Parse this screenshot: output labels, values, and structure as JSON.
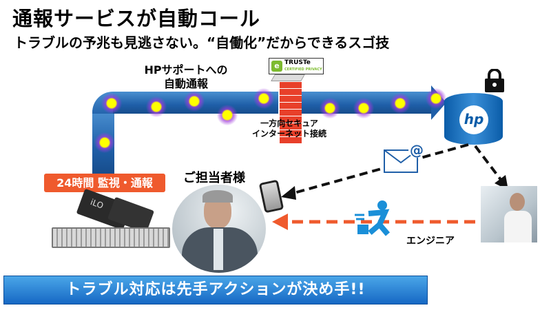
{
  "title": "通報サービスが自動コール",
  "subtitle": "トラブルの予兆も見逃さない。“自働化”だからできるスゴ技",
  "flow_label_line1": "HPサポートへの",
  "flow_label_line2": "自動通報",
  "firewall_label_line1": "一方向セキュア",
  "firewall_label_line2": "インターネット接続",
  "truste": {
    "name": "TRUSTe",
    "tagline": "CERTIFIED PRIVACY"
  },
  "monitor_badge": "24時間 監視・通報",
  "contact_label": "ご担当者様",
  "engineer_label": "エンジニア",
  "hp_logo": "hp",
  "ilo_chip": "iLO",
  "bottom_banner": "トラブル対応は先手アクションが決め手!!",
  "colors": {
    "pipe": "#1f5fa8",
    "orange": "#ef5a2d",
    "banner": "#1668c4",
    "dot": "#ffff00"
  }
}
